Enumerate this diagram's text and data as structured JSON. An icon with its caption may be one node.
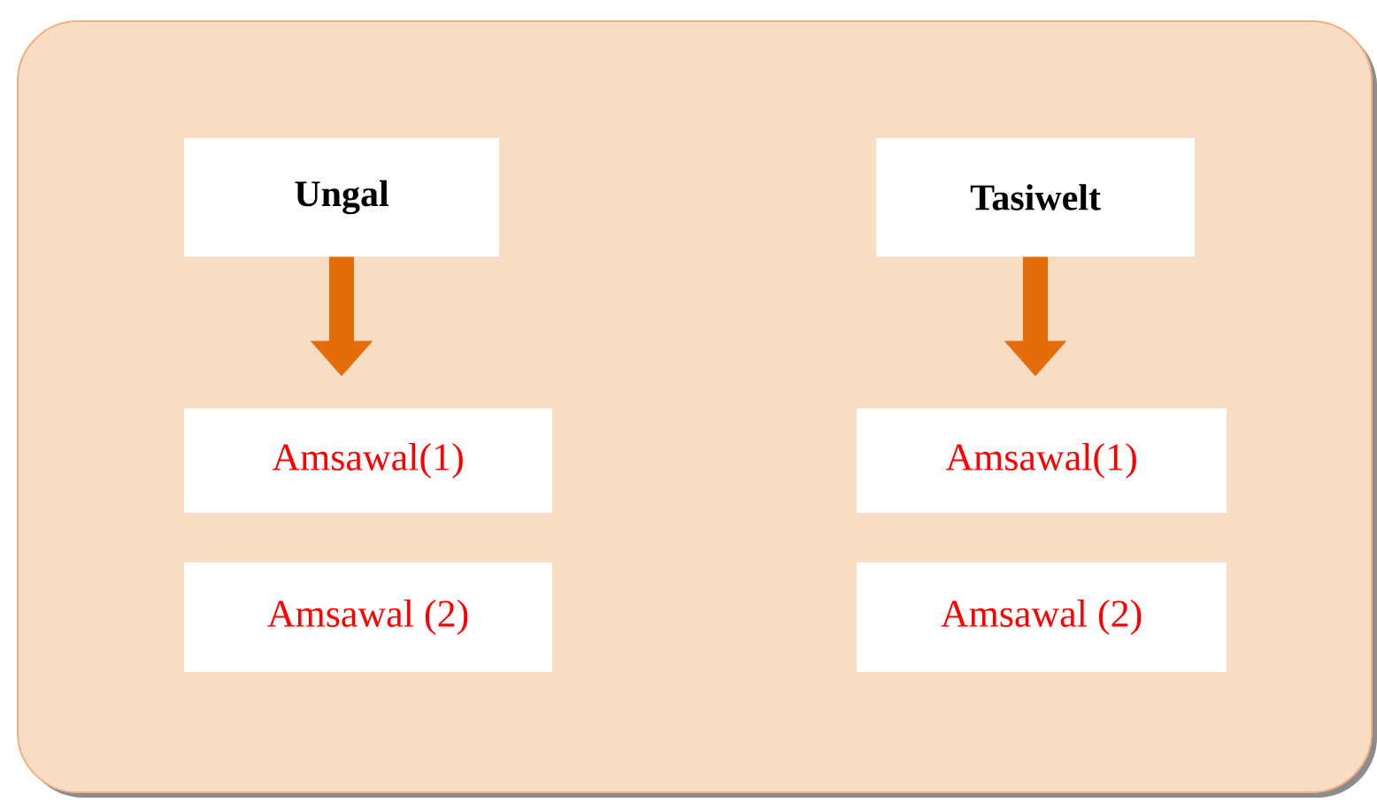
{
  "diagram": {
    "nodes": [
      {
        "text": [],
        "shape": "box"
      },
      {
        "text": [
          "Ungal"
        ],
        "in": 0
      },
      {
        "text": [
          "Tasiwelt"
        ],
        "in": 0
      },
      {
        "text": [
          "Amsawal(1)"
        ],
        "in": 0
      },
      {
        "text": [
          "Amsawal(1)"
        ],
        "in": 0
      },
      {
        "text": [
          "Amsawal (2)"
        ],
        "in": 0
      },
      {
        "text": [
          "Amsawal (2)"
        ],
        "in": 0
      }
    ],
    "edges": [
      {
        "from": 1,
        "to": 3,
        "arrow": "to"
      },
      {
        "from": 2,
        "to": 4,
        "arrow": "to"
      }
    ]
  }
}
